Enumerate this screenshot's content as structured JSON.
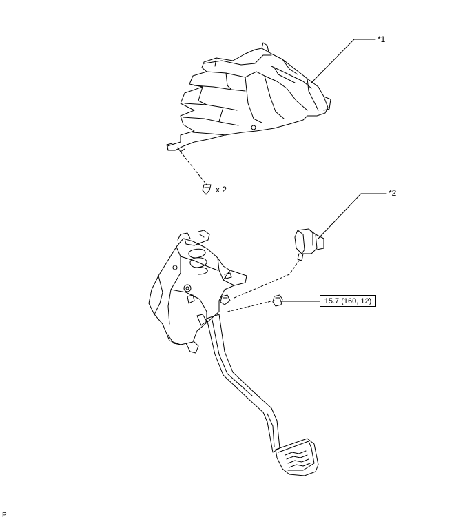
{
  "callouts": {
    "part1": "*1",
    "part2": "*2"
  },
  "fastener_qty": "x 2",
  "torque_spec": "15.7 (160, 12)",
  "corner_code": "P"
}
